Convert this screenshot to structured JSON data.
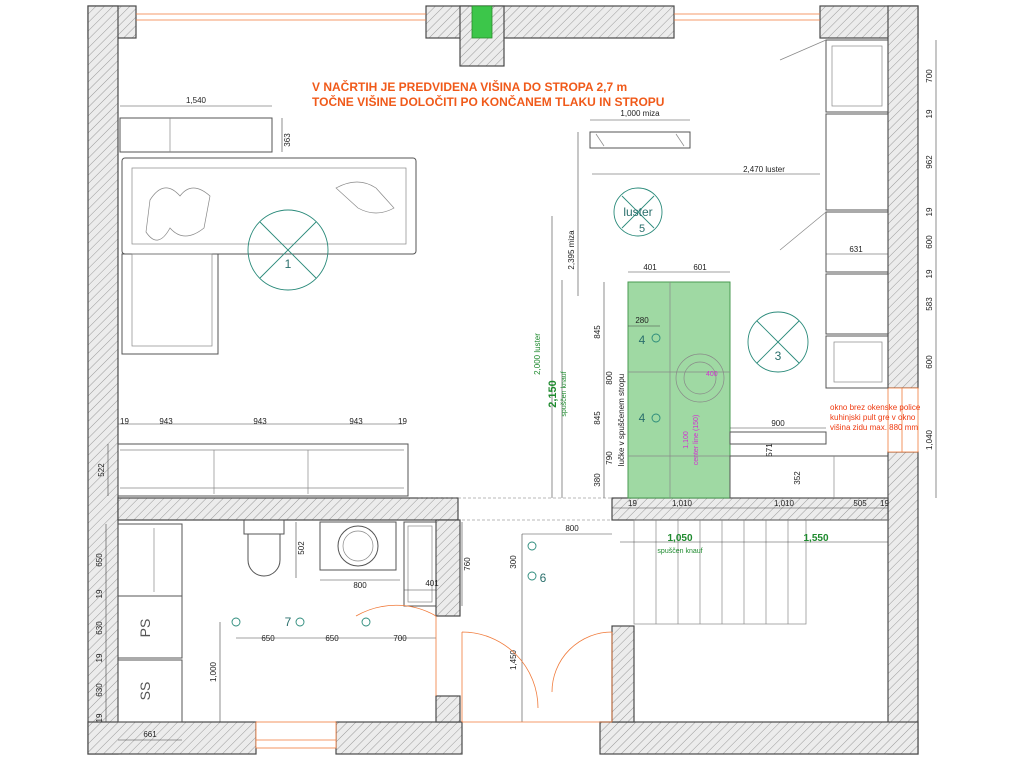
{
  "notes": {
    "ceiling_line1": "V NAČRTIH JE PREDVIDENA VIŠINA DO STROPA 2,7 m",
    "ceiling_line2": "TOČNE VIŠINE DOLOČITI PO KONČANEM TLAKU IN STROPU",
    "window_line1": "okno brez okenske police",
    "window_line2": "kuhinjski pult gre v okno",
    "window_line3": "višina zidu max. 880 mm"
  },
  "lights": {
    "l1": "1",
    "l3": "3",
    "l4a": "4",
    "l4b": "4",
    "l5": "5",
    "l5_name": "luster",
    "l6": "6",
    "l7": "7"
  },
  "cabinets": {
    "ps": "PS",
    "ss": "SS"
  },
  "dims": {
    "sofa_shelf": "1,540",
    "shelf_depth": "363",
    "table": "1,000 miza",
    "luster_2470": "2,470 luster",
    "table_2395": "2,395 miza",
    "luster_2000": "2,000 luster",
    "d401": "401",
    "d601": "601",
    "d280": "280",
    "d845a": "845",
    "d845b": "845",
    "d800v": "800",
    "d790": "790",
    "d380": "380",
    "d400": "400",
    "d1100": "1,100",
    "center_island": "center line (150)",
    "lucke": "lučke v spuščenem stropu",
    "d2150": "2,150",
    "spuscen_knauf": "spuščen knauf",
    "d943a": "943",
    "d943b": "943",
    "d943c": "943",
    "d19a": "19",
    "d19b": "19",
    "d522": "522",
    "d900": "900",
    "d571": "571",
    "d352": "352",
    "d700": "700",
    "d19r1": "19",
    "d962": "962",
    "d19r2": "19",
    "d600a": "600",
    "d19r3": "19",
    "d583": "583",
    "d600b": "600",
    "d1040": "1,040",
    "d631": "631",
    "d19c": "19",
    "d1010a": "1,010",
    "d1010b": "1,010",
    "d505": "505",
    "d19d": "19",
    "d1050": "1,050",
    "spuscen_knauf2": "spuščen knauf",
    "d1550": "1,550",
    "d800h": "800",
    "d300": "300",
    "d1450": "1,450",
    "d502": "502",
    "d800b": "800",
    "d401b": "401",
    "d760": "760",
    "d650a": "650",
    "d650b": "650",
    "d700b": "700",
    "d1000": "1,000",
    "d650v": "650",
    "d19e": "19",
    "d630a": "630",
    "d19f": "19",
    "d630b": "630",
    "d19g": "19",
    "d661": "661"
  },
  "colors": {
    "island": "#9fd9a3",
    "window_green": "#3cc64a",
    "orange": "#f07a3a",
    "green_text": "#1e8a2e",
    "teal": "#2a6f6c"
  }
}
